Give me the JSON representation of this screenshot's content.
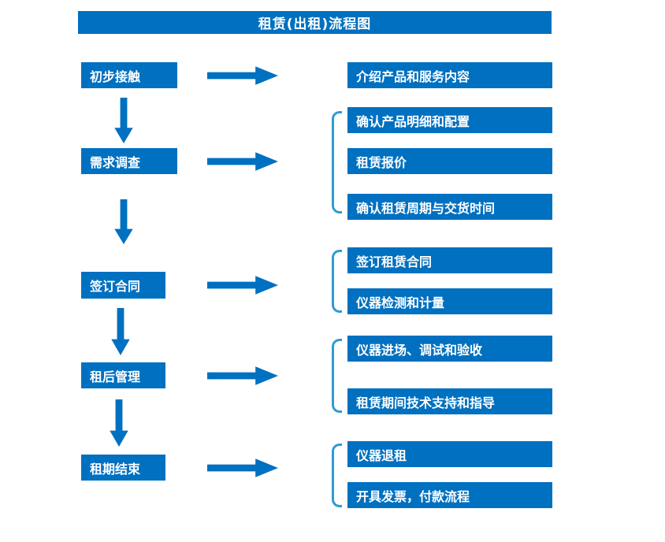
{
  "title": "租赁(出租)流程图",
  "colors": {
    "accent": "#0070C0",
    "bracket": "#2E9BD6",
    "text": "#FFFFFF"
  },
  "stages": [
    {
      "label": "初步接触",
      "details": [
        "介绍产品和服务内容"
      ]
    },
    {
      "label": "需求调查",
      "details": [
        "确认产品明细和配置",
        "租赁报价",
        "确认租赁周期与交货时间"
      ]
    },
    {
      "label": "签订合同",
      "details": [
        "签订租赁合同",
        "仪器检测和计量"
      ]
    },
    {
      "label": "租后管理",
      "details": [
        "仪器进场、调试和验收",
        "租赁期间技术支持和指导"
      ]
    },
    {
      "label": "租期结束",
      "details": [
        "仪器退租",
        "开具发票，付款流程"
      ]
    }
  ]
}
